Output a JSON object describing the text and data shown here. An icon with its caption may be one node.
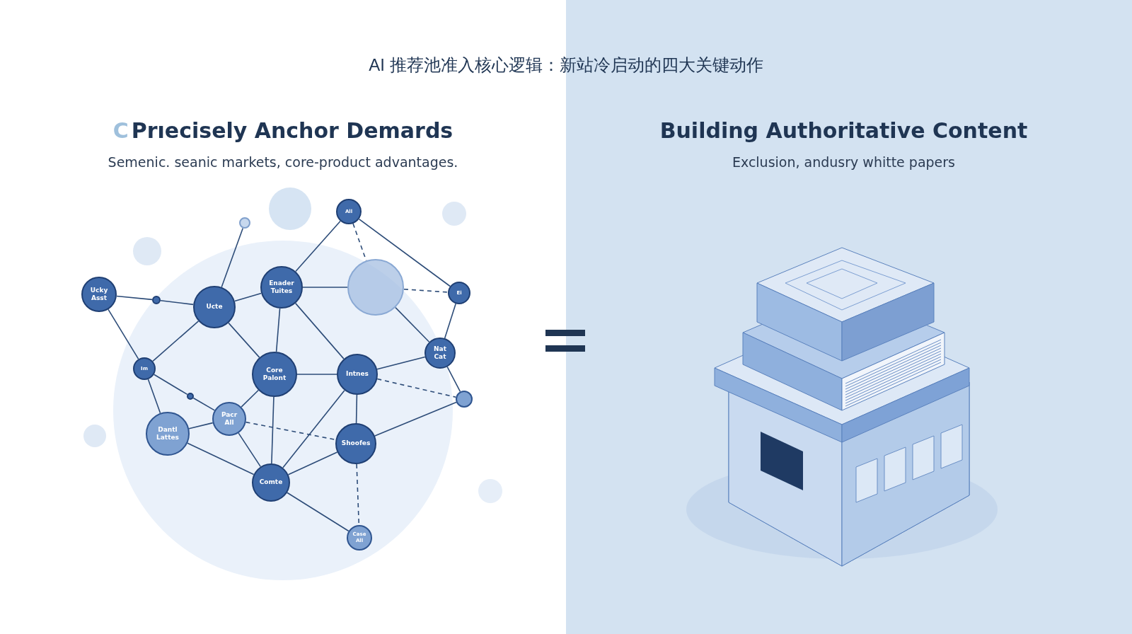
{
  "diagram": {
    "title": "AI 推荐池准入核心逻辑：新站冷启动的四大关键动作",
    "nodes": [
      {
        "text": [
          "Ucky Asst"
        ]
      },
      {
        "text": [
          "Ucte"
        ]
      },
      {
        "text": [
          "Enader Tuites"
        ]
      },
      {
        "text": [
          "All"
        ]
      },
      {
        "text": [],
        "shape": "circle"
      },
      {
        "text": [
          "Ei"
        ]
      },
      {
        "text": [
          "Im"
        ]
      },
      {
        "text": [
          "Core Palont"
        ]
      },
      {
        "text": [
          "Intnes"
        ]
      },
      {
        "text": [
          "Nat Cat"
        ]
      },
      {
        "text": [],
        "shape": "circle"
      },
      {
        "text": [
          "Pacr All"
        ]
      },
      {
        "text": [
          "Dantl Lattes"
        ]
      },
      {
        "text": [
          "Shoofes"
        ]
      },
      {
        "text": [
          "Comte"
        ]
      },
      {
        "text": [
          "Case All"
        ]
      },
      {
        "text": [],
        "shape": "circle"
      },
      {
        "text": [],
        "shape": "circle"
      },
      {
        "text": [],
        "shape": "circle"
      }
    ],
    "edges": [
      {
        "from": 0,
        "to": 17,
        "arrow": "none"
      },
      {
        "from": 17,
        "to": 1,
        "arrow": "none"
      },
      {
        "from": 0,
        "to": 6,
        "arrow": "none"
      },
      {
        "from": 1,
        "to": 16,
        "arrow": "none"
      },
      {
        "from": 1,
        "to": 2,
        "arrow": "none"
      },
      {
        "from": 1,
        "to": 6,
        "arrow": "none"
      },
      {
        "from": 1,
        "to": 7,
        "arrow": "none"
      },
      {
        "from": 2,
        "to": 3,
        "arrow": "none"
      },
      {
        "from": 2,
        "to": 4,
        "arrow": "none"
      },
      {
        "from": 2,
        "to": 7,
        "arrow": "none"
      },
      {
        "from": 2,
        "to": 8,
        "arrow": "none"
      },
      {
        "from": 3,
        "to": 4,
        "arrow": "none",
        "style": "dashed"
      },
      {
        "from": 3,
        "to": 5,
        "arrow": "none"
      },
      {
        "from": 4,
        "to": 5,
        "arrow": "none",
        "style": "dashed"
      },
      {
        "from": 4,
        "to": 9,
        "arrow": "none"
      },
      {
        "from": 5,
        "to": 9,
        "arrow": "none"
      },
      {
        "from": 9,
        "to": 8,
        "arrow": "none"
      },
      {
        "from": 9,
        "to": 10,
        "arrow": "none"
      },
      {
        "from": 8,
        "to": 7,
        "arrow": "none"
      },
      {
        "from": 8,
        "to": 13,
        "arrow": "none"
      },
      {
        "from": 8,
        "to": 14,
        "arrow": "none"
      },
      {
        "from": 8,
        "to": 10,
        "arrow": "none",
        "style": "dashed"
      },
      {
        "from": 7,
        "to": 11,
        "arrow": "none"
      },
      {
        "from": 7,
        "to": 14,
        "arrow": "none"
      },
      {
        "from": 13,
        "to": 14,
        "arrow": "none"
      },
      {
        "from": 13,
        "to": 10,
        "arrow": "none"
      },
      {
        "from": 13,
        "to": 15,
        "arrow": "none",
        "style": "dashed"
      },
      {
        "from": 6,
        "to": 18,
        "arrow": "none"
      },
      {
        "from": 18,
        "to": 11,
        "arrow": "none"
      },
      {
        "from": 6,
        "to": 12,
        "arrow": "none"
      },
      {
        "from": 12,
        "to": 11,
        "arrow": "none"
      },
      {
        "from": 12,
        "to": 14,
        "arrow": "none"
      },
      {
        "from": 11,
        "to": 14,
        "arrow": "none"
      },
      {
        "from": 11,
        "to": 13,
        "arrow": "none",
        "style": "dashed"
      },
      {
        "from": 14,
        "to": 15,
        "arrow": "none"
      }
    ],
    "labels": [
      "C",
      "Prıecisely Anchor Demards",
      "Semenic. seanic markets, core-product advantages.",
      "Building Authoritative Content",
      "Exclusion, andusry whitte papers"
    ]
  }
}
